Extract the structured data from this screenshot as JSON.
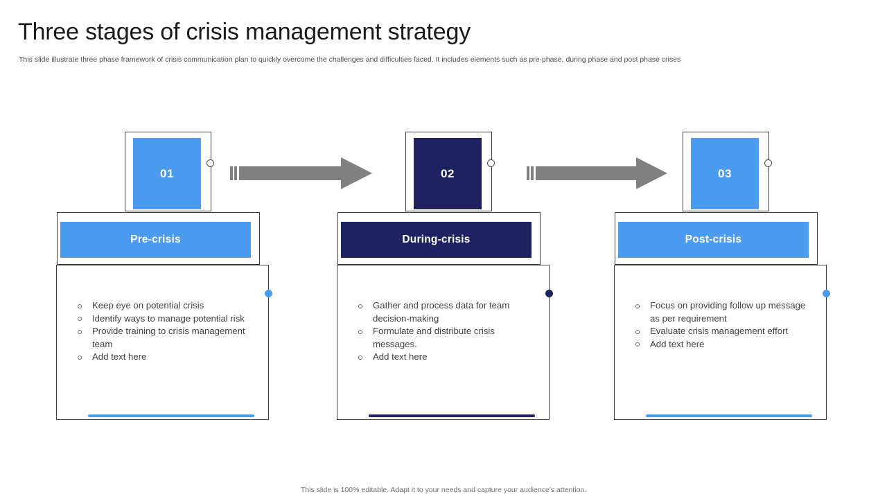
{
  "header": {
    "title": "Three stages of crisis management strategy",
    "subtitle": "This slide illustrate three phase framework of crisis communication plan to quickly overcome the challenges and difficulties faced. It includes elements such as pre-phase, during phase and post phase crises"
  },
  "colors": {
    "blue": "#4b9bf0",
    "navy": "#1f2260",
    "arrow_gray": "#808080",
    "outline": "#3a3a3a",
    "body_text": "#404040"
  },
  "stages": [
    {
      "number": "01",
      "label": "Pre-crisis",
      "color": "#4b9bf0",
      "bullets": [
        "Keep eye on potential crisis",
        "Identify ways to manage potential risk",
        "Provide training to crisis management team",
        "Add text here"
      ]
    },
    {
      "number": "02",
      "label": "During-crisis",
      "color": "#1f2260",
      "bullets": [
        "Gather and process data for team decision-making",
        "Formulate and distribute crisis messages.",
        "Add text here"
      ]
    },
    {
      "number": "03",
      "label": "Post-crisis",
      "color": "#4b9bf0",
      "bullets": [
        "Focus on providing follow up message as per requirement",
        "Evaluate crisis management effort",
        "Add text here"
      ]
    }
  ],
  "arrows": [
    {
      "name": "arrow-stage1-to-stage2"
    },
    {
      "name": "arrow-stage2-to-stage3"
    }
  ],
  "footer": {
    "note": "This slide is 100% editable.  Adapt it to your needs and capture your audience's attention."
  }
}
